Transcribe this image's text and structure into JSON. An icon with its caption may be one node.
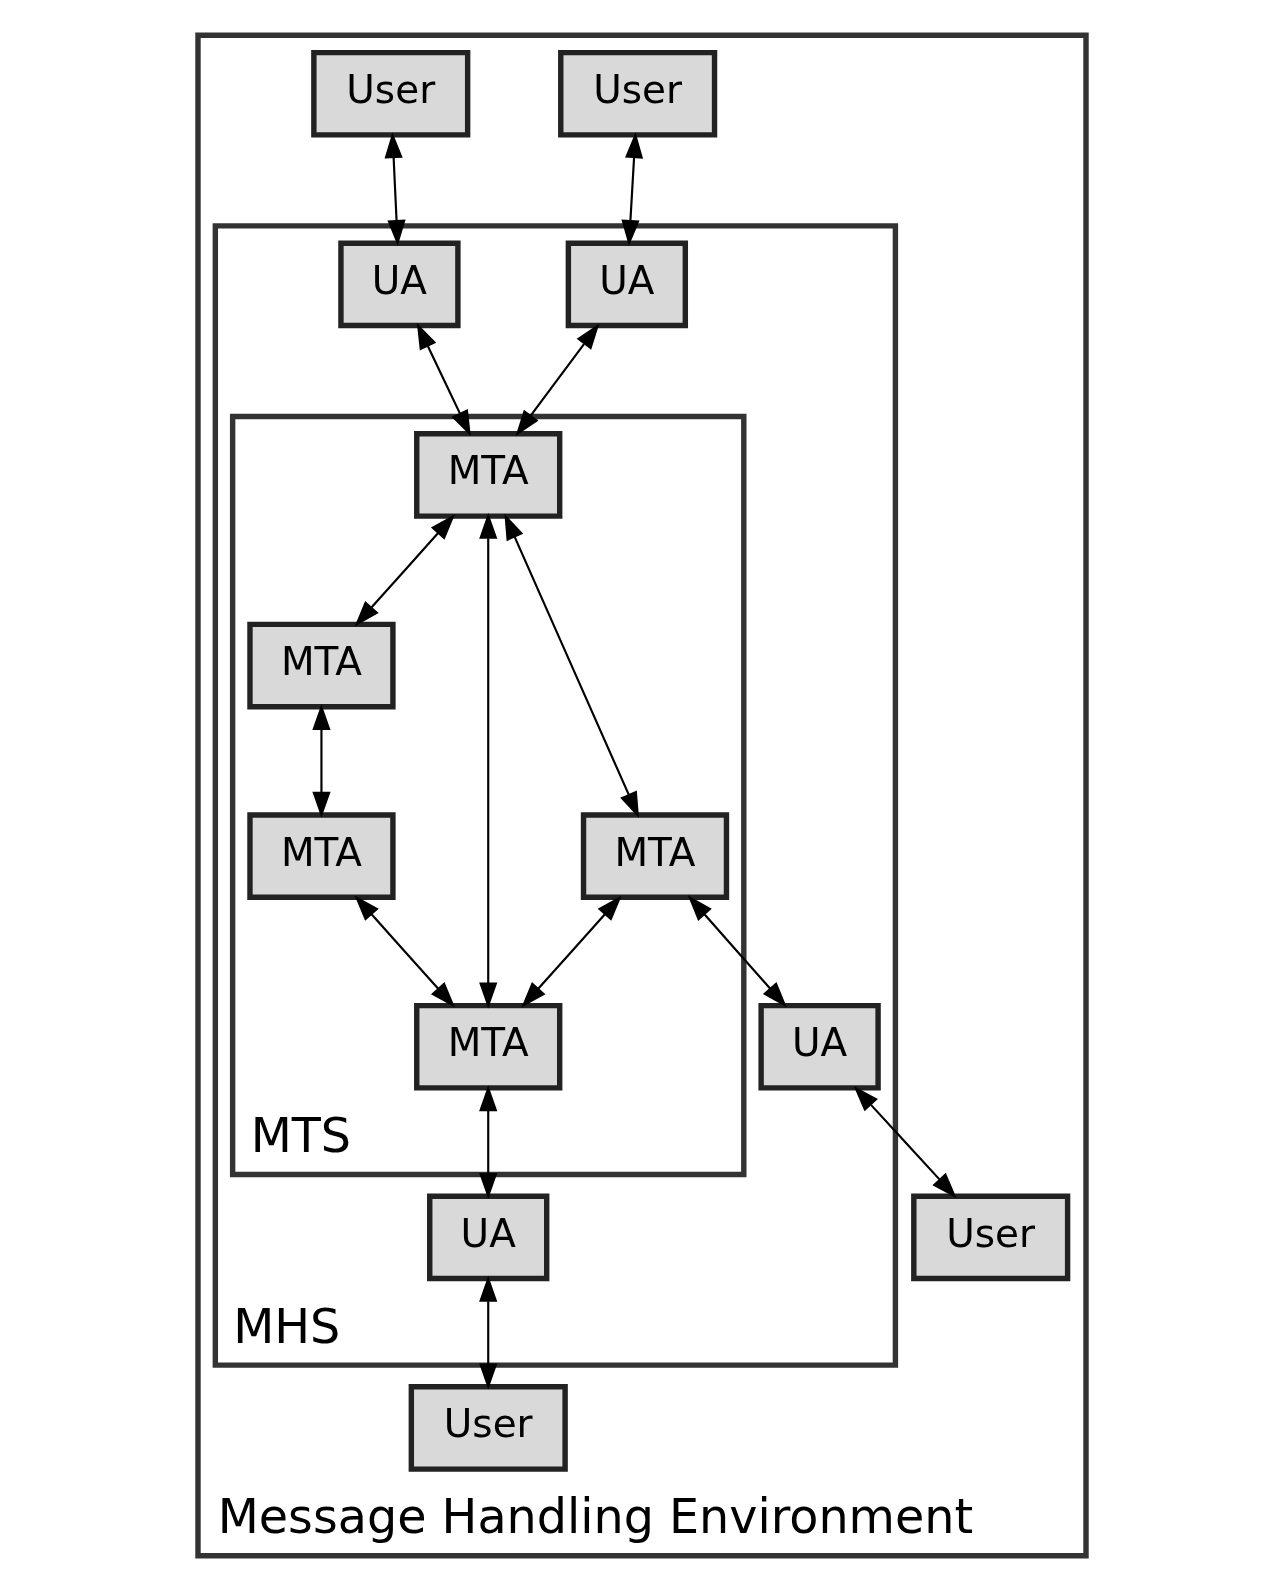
{
  "diagram": {
    "nodes": [
      {
        "text": [
          "Message Handling Environment"
        ]
      },
      {
        "text": [
          "MHS"
        ],
        "in": 0
      },
      {
        "text": [
          "MTS"
        ],
        "in": 1
      },
      {
        "text": [
          "User"
        ],
        "in": 0
      },
      {
        "text": [
          "User"
        ],
        "in": 0
      },
      {
        "text": [
          "UA"
        ],
        "in": 1
      },
      {
        "text": [
          "UA"
        ],
        "in": 1
      },
      {
        "text": [
          "MTA"
        ],
        "in": 2
      },
      {
        "text": [
          "MTA"
        ],
        "in": 2
      },
      {
        "text": [
          "MTA"
        ],
        "in": 2
      },
      {
        "text": [
          "UA"
        ],
        "in": 1
      },
      {
        "text": [
          "User"
        ],
        "in": 0
      },
      {
        "text": [
          "MTA"
        ],
        "in": 2
      },
      {
        "text": [
          "MTA"
        ],
        "in": 2
      },
      {
        "text": [
          "UA"
        ],
        "in": 1
      },
      {
        "text": [
          "User"
        ],
        "in": 0
      }
    ],
    "edges": [
      {
        "from": 3,
        "to": 5,
        "arrow": "both"
      },
      {
        "from": 4,
        "to": 6,
        "arrow": "both"
      },
      {
        "from": 5,
        "to": 7,
        "arrow": "both"
      },
      {
        "from": 6,
        "to": 7,
        "arrow": "both"
      },
      {
        "from": 7,
        "to": 8,
        "arrow": "both"
      },
      {
        "from": 7,
        "to": 9,
        "arrow": "both"
      },
      {
        "from": 7,
        "to": 13,
        "arrow": "both"
      },
      {
        "from": 9,
        "to": 10,
        "arrow": "both"
      },
      {
        "from": 10,
        "to": 11,
        "arrow": "both"
      },
      {
        "from": 8,
        "to": 12,
        "arrow": "both"
      },
      {
        "from": 12,
        "to": 13,
        "arrow": "both"
      },
      {
        "from": 9,
        "to": 13,
        "arrow": "both"
      },
      {
        "from": 13,
        "to": 14,
        "arrow": "both"
      },
      {
        "from": 14,
        "to": 15,
        "arrow": "both"
      }
    ]
  }
}
